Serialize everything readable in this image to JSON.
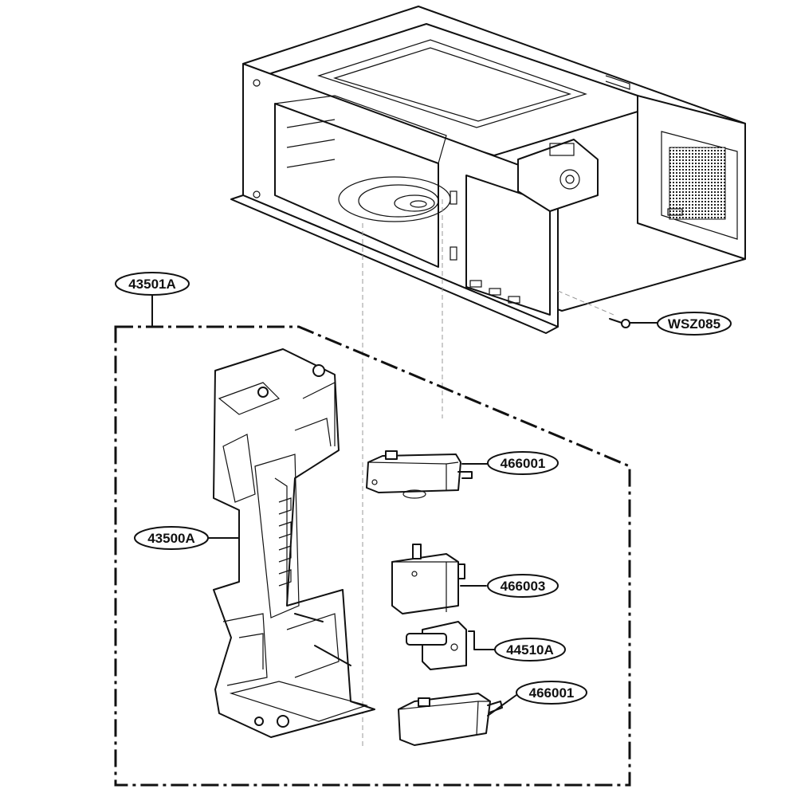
{
  "diagram": {
    "callouts": {
      "assembly": "43501A",
      "screw": "WSZ085",
      "latch_board": "43500A",
      "switch_top": "466001",
      "switch_middle": "466003",
      "lever": "44510A",
      "switch_bottom": "466001"
    }
  }
}
